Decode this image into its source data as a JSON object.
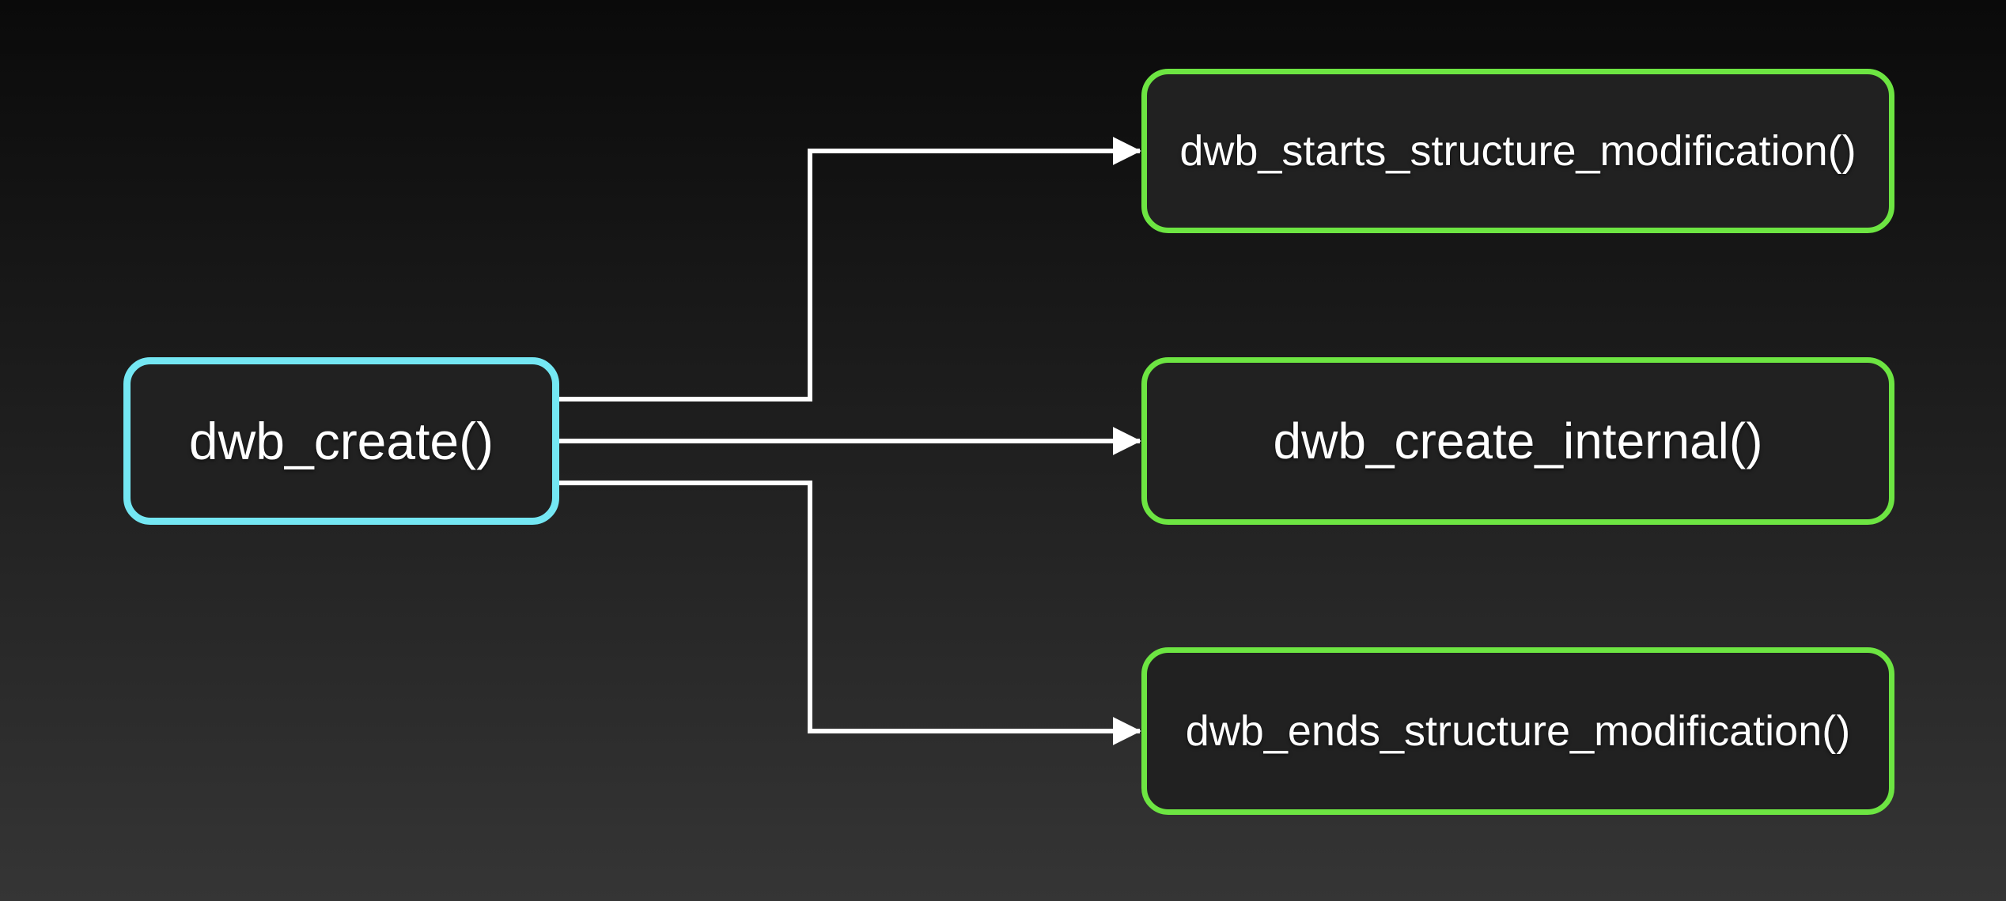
{
  "colors": {
    "background_top": "#0A0A0A",
    "background_bottom": "#353535",
    "node_fill": "#212121",
    "cyan_accent": "#74E7F3",
    "green_accent": "#6DE542",
    "connector": "#FFFFFF",
    "text": "#FFFFFF"
  },
  "diagram": {
    "nodes": [
      {
        "id": "dwb_create",
        "label": "dwb_create()",
        "accent": "cyan",
        "role": "caller"
      },
      {
        "id": "dwb_starts_structure_modification",
        "label": "dwb_starts_structure_modification()",
        "accent": "green",
        "role": "callee"
      },
      {
        "id": "dwb_create_internal",
        "label": "dwb_create_internal()",
        "accent": "green",
        "role": "callee"
      },
      {
        "id": "dwb_ends_structure_modification",
        "label": "dwb_ends_structure_modification()",
        "accent": "green",
        "role": "callee"
      }
    ],
    "edges": [
      {
        "from": "dwb_create",
        "to": "dwb_starts_structure_modification"
      },
      {
        "from": "dwb_create",
        "to": "dwb_create_internal"
      },
      {
        "from": "dwb_create",
        "to": "dwb_ends_structure_modification"
      }
    ]
  }
}
